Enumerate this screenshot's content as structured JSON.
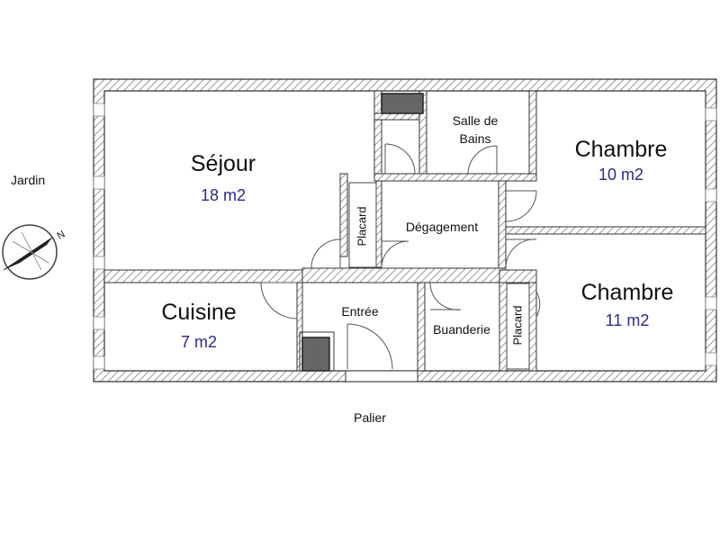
{
  "outside": {
    "garden_label": "Jardin",
    "landing_label": "Palier"
  },
  "compass": {
    "letter": "N"
  },
  "rooms": {
    "sejour": {
      "name": "Séjour",
      "area": "18 m2"
    },
    "chambre1": {
      "name": "Chambre",
      "area": "10 m2"
    },
    "chambre2": {
      "name": "Chambre",
      "area": "11 m2"
    },
    "cuisine": {
      "name": "Cuisine",
      "area": "7 m2"
    },
    "salle_de_bains": {
      "line1": "Salle de",
      "line2": "Bains"
    },
    "degagement": {
      "name": "Dégagement"
    },
    "entree": {
      "name": "Entrée"
    },
    "buanderie": {
      "name": "Buanderie"
    },
    "placard1": {
      "name": "Placard"
    },
    "placard2": {
      "name": "Placard"
    }
  },
  "colors": {
    "wall_hatch": "#9a9a9a",
    "wall_outline": "#333333",
    "area_text": "#2b2b8c",
    "duct_fill": "#666666"
  }
}
